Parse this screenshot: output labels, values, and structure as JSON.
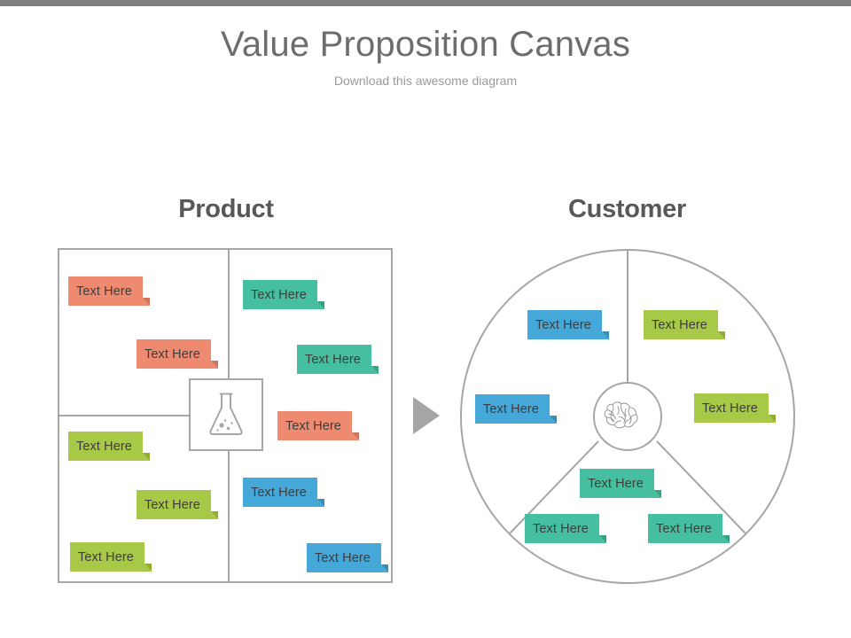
{
  "header": {
    "title": "Value Proposition Canvas",
    "subtitle": "Download this awesome diagram",
    "top_bar_color": "#808080",
    "title_color": "#6d6d6d",
    "subtitle_color": "#9a9a9a"
  },
  "sections": {
    "product_heading": "Product",
    "customer_heading": "Customer"
  },
  "colors": {
    "salmon": "#ee8a6f",
    "salmon_fold": "#cf7359",
    "teal": "#45bfa0",
    "teal_fold": "#37a185",
    "olive": "#a8c847",
    "olive_fold": "#90ad33",
    "blue": "#45a8d8",
    "blue_fold": "#358db8",
    "outline": "#a6a6a6",
    "arrow": "#a6a6a6",
    "text": "#3d3d3d"
  },
  "icons": {
    "center_left": "flask-icon",
    "center_right": "brain-icon",
    "flow": "triangle-right-arrow-icon"
  },
  "product_grid": {
    "quadrants": [
      {
        "name": "top-left",
        "color_key": "salmon",
        "tags": [
          {
            "label": "Text Here"
          },
          {
            "label": "Text Here"
          }
        ]
      },
      {
        "name": "top-right",
        "color_key": "teal",
        "tags": [
          {
            "label": "Text Here"
          },
          {
            "label": "Text Here"
          }
        ]
      },
      {
        "name": "bottom-left",
        "color_key": "olive",
        "tags": [
          {
            "label": "Text Here"
          },
          {
            "label": "Text Here"
          },
          {
            "label": "Text Here"
          }
        ]
      },
      {
        "name": "bottom-right",
        "color_key": "mixed",
        "tags": [
          {
            "label": "Text Here",
            "color_key": "salmon"
          },
          {
            "label": "Text Here",
            "color_key": "blue"
          },
          {
            "label": "Text Here",
            "color_key": "blue"
          }
        ]
      }
    ]
  },
  "customer_circle": {
    "sectors": [
      {
        "name": "left-sector",
        "color_key": "blue",
        "tags": [
          {
            "label": "Text Here"
          },
          {
            "label": "Text Here"
          }
        ]
      },
      {
        "name": "right-sector",
        "color_key": "olive",
        "tags": [
          {
            "label": "Text Here"
          },
          {
            "label": "Text Here"
          }
        ]
      },
      {
        "name": "bottom-sector",
        "color_key": "teal",
        "tags": [
          {
            "label": "Text Here"
          },
          {
            "label": "Text Here"
          },
          {
            "label": "Text Here"
          }
        ]
      }
    ]
  },
  "tags": {
    "p1": "Text Here",
    "p2": "Text Here",
    "p3": "Text Here",
    "p4": "Text Here",
    "p5": "Text Here",
    "p6": "Text Here",
    "p7": "Text Here",
    "p8": "Text Here",
    "p9": "Text Here",
    "p10": "Text Here",
    "c1": "Text Here",
    "c2": "Text Here",
    "c3": "Text Here",
    "c4": "Text Here",
    "c5": "Text Here",
    "c6": "Text Here",
    "c7": "Text Here"
  }
}
